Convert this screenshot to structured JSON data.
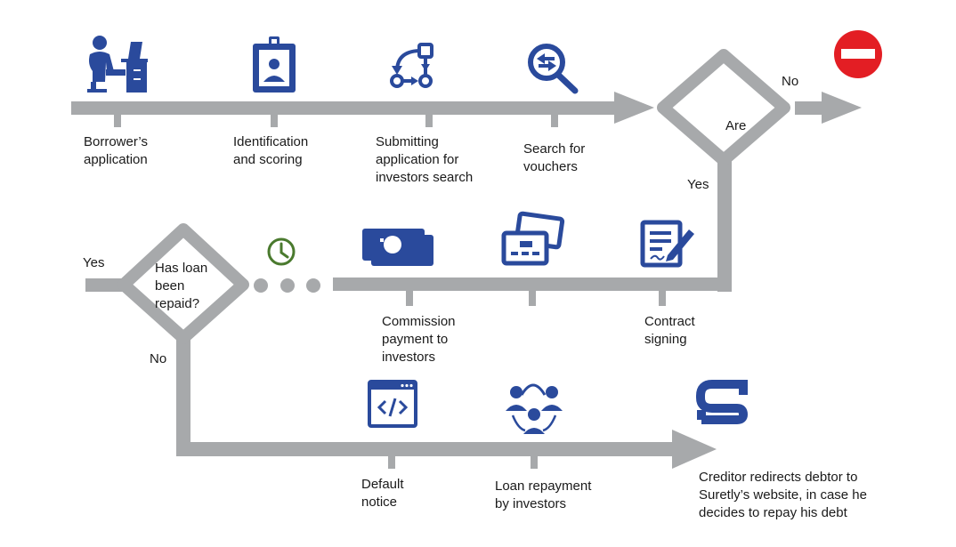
{
  "colors": {
    "track": "#a7a9ab",
    "icon": "#2a4a9c",
    "clock": "#4a7a2e",
    "stop": "#e31e24"
  },
  "steps": {
    "application": {
      "label": "Borrower’s\napplication",
      "icon": "person-at-desk-icon"
    },
    "scoring": {
      "label": "Identification\nand scoring",
      "icon": "id-badge-icon"
    },
    "submitting": {
      "label": "Submitting\napplication for\ninvestors search",
      "icon": "workflow-nodes-icon"
    },
    "search": {
      "label": "Search for\nvouchers",
      "icon": "magnifier-exchange-icon"
    },
    "commission": {
      "label": "Commission\npayment to\ninvestors",
      "icon": "banknotes-icon"
    },
    "contract": {
      "label": "Contract\nsigning",
      "icon": "document-signing-icon"
    },
    "default_notice": {
      "label": "Default\nnotice",
      "icon": "code-window-icon"
    },
    "repayment": {
      "label": "Loan repayment\nby investors",
      "icon": "investor-group-icon"
    },
    "redirect": {
      "label": "Creditor redirects debtor to\nSuretly’s website, in case he\ndecides to repay his debt",
      "icon": "suretly-logo-icon"
    }
  },
  "decisions": {
    "are": {
      "label": "Are"
    },
    "repaid": {
      "label": "Has loan\nbeen\nrepaid?"
    }
  },
  "branches": {
    "no_top": "No",
    "yes_right": "Yes",
    "yes_left": "Yes",
    "no_bottom": "No"
  },
  "icons": {
    "clock": "clock-icon",
    "card": "payment-card-icon",
    "stop": "stop-sign-icon"
  }
}
